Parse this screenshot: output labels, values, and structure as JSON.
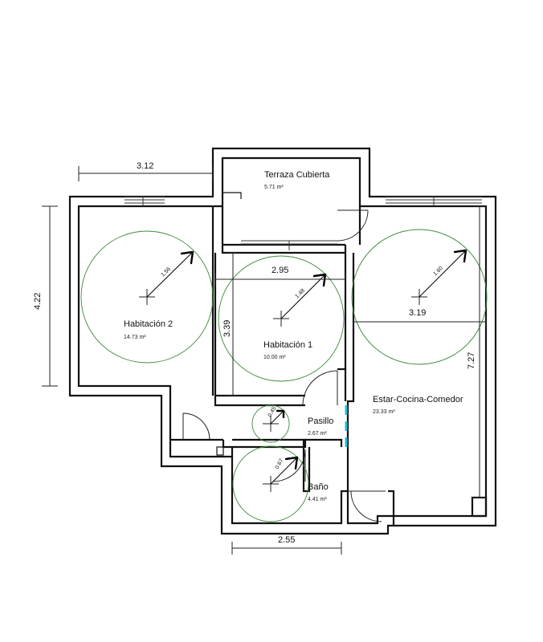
{
  "rooms": [
    {
      "name": "Terraza Cubierta",
      "area": "5.71 m²"
    },
    {
      "name": "Habitación 2",
      "area": "14.73 m²"
    },
    {
      "name": "Habitación 1",
      "area": "10.00 m²"
    },
    {
      "name": "Estar-Cocina-Comedor",
      "area": "23.33 m²"
    },
    {
      "name": "Pasillo",
      "area": "2.67 m²"
    },
    {
      "name": "Baño",
      "area": "4.41 m²"
    }
  ],
  "dimensions": {
    "hab2_width": "3.12",
    "hab2_depth": "4.22",
    "hab1_width": "2.95",
    "hab1_depth": "3.39",
    "living_width": "3.19",
    "living_depth": "7.27",
    "bath_width": "2.55"
  },
  "turning_radii": {
    "hab2": "1.56",
    "hab1": "1.48",
    "living": "1.60",
    "pasillo": "0.45",
    "bath": "0.67"
  }
}
